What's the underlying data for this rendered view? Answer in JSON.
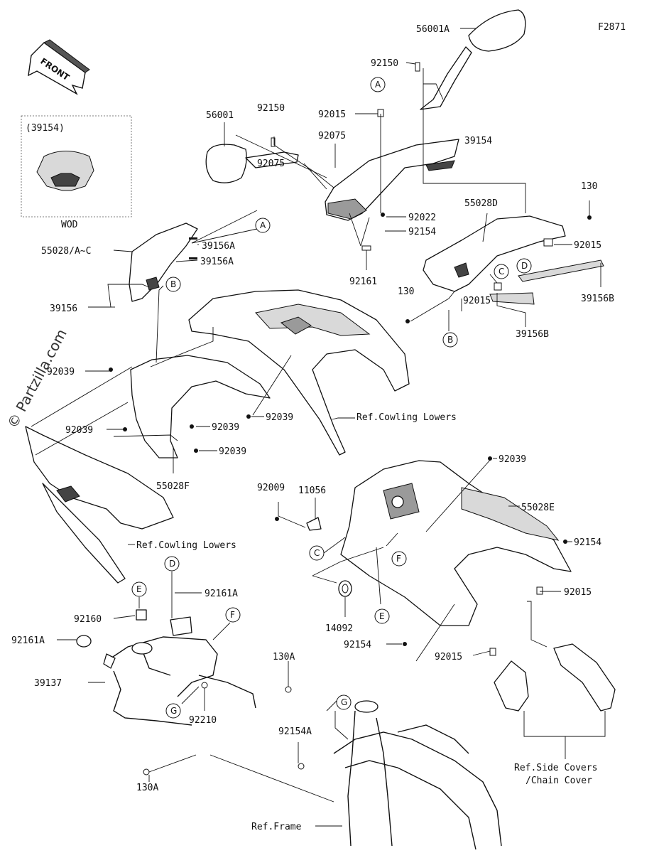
{
  "figure_code": "F2871",
  "front_arrow_label": "FRONT",
  "inset": {
    "part_ref": "(39154)",
    "variant": "WOD"
  },
  "watermark": "© Partzilla.com",
  "callouts": {
    "A_top": "A",
    "A_left": "A",
    "B_left": "B",
    "B_right": "B",
    "C_right": "C",
    "C_mid": "C",
    "D_right": "D",
    "D_bottom": "D",
    "E_left": "E",
    "E_mid": "E",
    "F_mid": "F",
    "F_bottom": "F",
    "G_left": "G",
    "G_bottom": "G"
  },
  "labels": {
    "p56001A": "56001A",
    "p92150_top": "92150",
    "p92015_top": "92015",
    "p92150_mid": "92150",
    "p56001": "56001",
    "p92075_a": "92075",
    "p39154": "39154",
    "p92075_b": "92075",
    "p92022": "92022",
    "p92154_top": "92154",
    "p55028D": "55028D",
    "p130_tr": "130",
    "p92015_r1": "92015",
    "p39156B_a": "39156B",
    "p130_r": "130",
    "p92015_r2": "92015",
    "p39156B_b": "39156B",
    "p92161": "92161",
    "p55028AC": "55028/A~C",
    "p39156A_a": "39156A",
    "p39156A_b": "39156A",
    "p39156": "39156",
    "p92039_l1": "92039",
    "p92039_l2": "92039",
    "p92039_c1": "92039",
    "p92039_c2": "92039",
    "p92039_c3": "92039",
    "p55028F": "55028F",
    "ref_cowl_lowers_a": "Ref.Cowling Lowers",
    "ref_cowl_lowers_b": "Ref.Cowling Lowers",
    "p92039_r": "92039",
    "p92009": "92009",
    "p11056": "11056",
    "p55028E": "55028E",
    "p92154_r": "92154",
    "p92015_r3": "92015",
    "p14092": "14092",
    "p92154_m": "92154",
    "p92015_m": "92015",
    "p92161A_a": "92161A",
    "p92160": "92160",
    "p92161A_b": "92161A",
    "p39137": "39137",
    "p130A_a": "130A",
    "p92210": "92210",
    "p92154A": "92154A",
    "p130A_b": "130A",
    "ref_side_covers_1": "Ref.Side Covers",
    "ref_side_covers_2": "/Chain Cover",
    "ref_frame": "Ref.Frame"
  }
}
